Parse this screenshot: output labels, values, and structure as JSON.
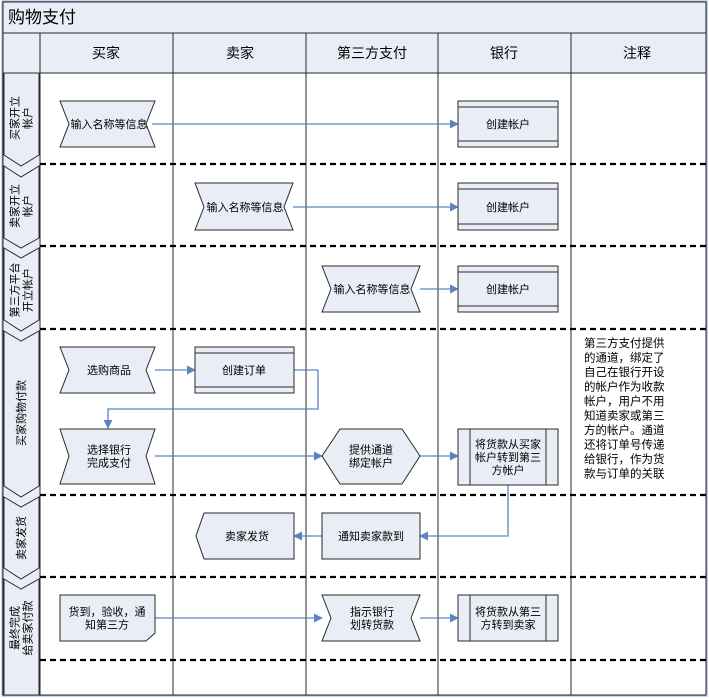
{
  "title": "购物支付",
  "columns": [
    "买家",
    "卖家",
    "第三方支付",
    "银行",
    "注释"
  ],
  "phases": [
    [
      "买家开立",
      "帐户"
    ],
    [
      "卖家开立",
      "帐户"
    ],
    [
      "第三方平台",
      "开立帐户"
    ],
    [
      "买家购物付款"
    ],
    [
      "卖家发货"
    ],
    [
      "最终完成",
      "给卖家付款"
    ]
  ],
  "nodes": {
    "buyer_input": [
      "输入名称等信息"
    ],
    "bank_account_1": [
      "创建帐户"
    ],
    "seller_input": [
      "输入名称等信息"
    ],
    "bank_account_2": [
      "创建帐户"
    ],
    "tp_input": [
      "输入名称等信息"
    ],
    "bank_account_3": [
      "创建帐户"
    ],
    "select_goods": [
      "选购商品"
    ],
    "create_order": [
      "创建订单"
    ],
    "select_bank": [
      "选择银行",
      "完成支付"
    ],
    "provide_channel": [
      "提供通道",
      "绑定帐户"
    ],
    "transfer_to_tp": [
      "将货款从买家",
      "帐户转到第三",
      "方帐户"
    ],
    "seller_ship": [
      "卖家发货"
    ],
    "notify_seller": [
      "通知卖家款到"
    ],
    "buyer_confirm": [
      "货到，验收，通",
      "知第三方"
    ],
    "instruct_bank": [
      "指示银行",
      "划转货款"
    ],
    "transfer_to_seller": [
      "将货款从第三",
      "方转到卖家"
    ]
  },
  "note": [
    "第三方支付提供",
    "的通道，绑定了",
    "自己在银行开设",
    "的帐户作为收款",
    "帐户，用户不用",
    "知道卖家或第三",
    "方的帐户。通道",
    "还将订单号传递",
    "给银行，作为货",
    "款与订单的关联"
  ],
  "colors": {
    "lane": "#e9eef6",
    "border": "#2a2a2a",
    "arrow": "#5b83c2",
    "frame": "#8fa8d0"
  }
}
